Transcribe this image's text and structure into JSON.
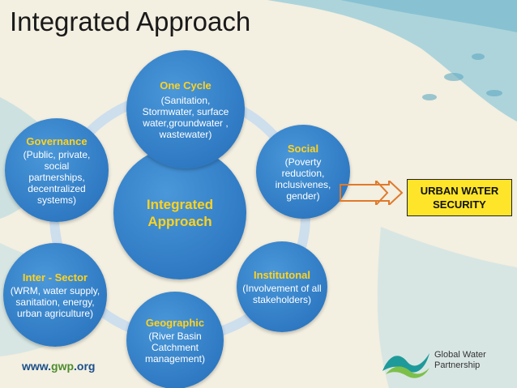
{
  "slide": {
    "title": "Integrated Approach"
  },
  "center": {
    "title": "Integrated Approach"
  },
  "nodes": [
    {
      "id": "one-cycle",
      "title": "One Cycle",
      "text": "(Sanitation, Stormwater, surface water,groundwater , wastewater)"
    },
    {
      "id": "social",
      "title": "Social",
      "text": "(Poverty reduction, inclusivenes, gender)"
    },
    {
      "id": "institutional",
      "title": "Institutonal",
      "text": "(Involvement of all stakeholders)"
    },
    {
      "id": "geographic",
      "title": "Geographic",
      "text": "(River Basin Catchment management)"
    },
    {
      "id": "inter-sector",
      "title": "Inter - Sector",
      "text": "(WRM, water supply, sanitation, energy, urban agriculture)"
    },
    {
      "id": "governance",
      "title": "Governance",
      "text": "(Public, private, social partnerships, decentralized systems)"
    }
  ],
  "outcome": {
    "line1": "URBAN WATER",
    "line2": "SECURITY"
  },
  "footer": {
    "url_prefix": "www.",
    "url_domain": "gwp",
    "url_suffix": ".org"
  },
  "logo": {
    "line1": "Global Water",
    "line2": "Partnership"
  },
  "colors": {
    "circle": "#2f7ac3",
    "heading": "#ffd21f",
    "outcome_box": "#ffe52a",
    "ring": "#c9dcee"
  }
}
